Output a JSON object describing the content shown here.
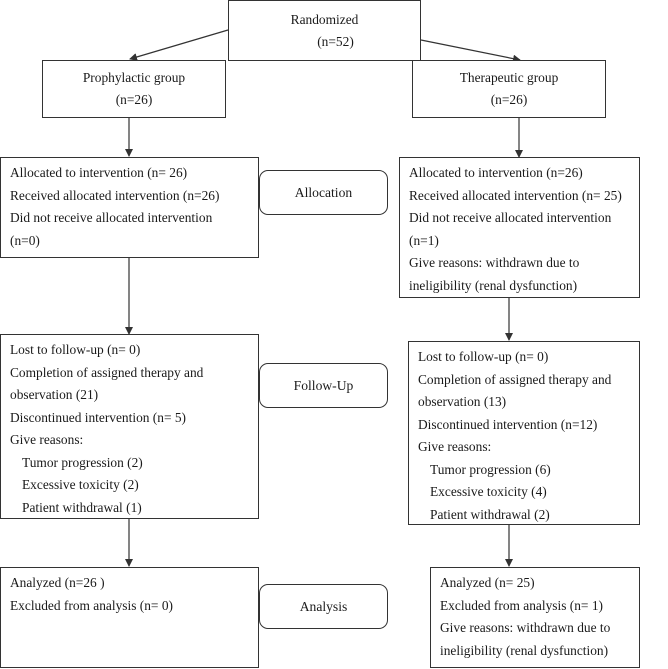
{
  "randomized": {
    "title": "Randomized",
    "n": "(n=52)"
  },
  "prophylactic": {
    "title": "Prophylactic group",
    "n": "(n=26)"
  },
  "therapeutic": {
    "title": "Therapeutic group",
    "n": "(n=26)"
  },
  "stages": {
    "allocation": "Allocation",
    "follow_up": "Follow-Up",
    "analysis": "Analysis"
  },
  "left": {
    "allocation": [
      "Allocated to intervention (n= 26)",
      "Received allocated intervention (n=26)",
      "Did not receive allocated intervention",
      "(n=0)"
    ],
    "follow_up": [
      "Lost to follow-up (n= 0)",
      "Completion of assigned therapy and",
      "observation (21)",
      "Discontinued intervention (n= 5)",
      "Give reasons:"
    ],
    "follow_up_reasons": [
      "Tumor progression (2)",
      "Excessive toxicity (2)",
      "Patient withdrawal (1)"
    ],
    "analysis": [
      "Analyzed (n=26 )",
      "Excluded from analysis (n= 0)"
    ]
  },
  "right": {
    "allocation": [
      "Allocated to intervention (n=26)",
      "Received allocated intervention (n= 25)",
      "Did not receive allocated intervention",
      "(n=1)",
      "Give reasons: withdrawn due to",
      "ineligibility (renal dysfunction)"
    ],
    "follow_up": [
      "Lost to follow-up (n= 0)",
      "Completion of assigned therapy and",
      "observation (13)",
      "Discontinued intervention (n=12)",
      "Give reasons:"
    ],
    "follow_up_reasons": [
      "Tumor progression (6)",
      "Excessive toxicity (4)",
      "Patient withdrawal (2)"
    ],
    "analysis": [
      "Analyzed (n= 25)",
      "Excluded from analysis (n= 1)",
      "Give reasons: withdrawn due to",
      "ineligibility (renal dysfunction)"
    ]
  }
}
